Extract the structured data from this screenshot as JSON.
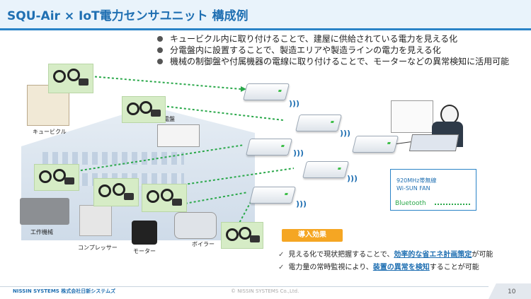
{
  "header": {
    "title": "SQU-Air × IoT電力センサユニット 構成例"
  },
  "bullets": [
    "キュービクル内に取り付けることで、建屋に供給されている電力を見える化",
    "分電盤内に設置することで、製造エリアや製造ラインの電力を見える化",
    "機械の制御盤や付属機器の電線に取り付けることで、モーターなどの異常検知に活用可能"
  ],
  "labels": {
    "cubicle": "キュービクル",
    "panel": "分電盤",
    "machine": "工作機械",
    "compressor": "コンプレッサー",
    "motor": "モーター",
    "boiler": "ボイラー"
  },
  "legend": {
    "line1": "920MHz帯無線",
    "line2": "Wi-SUN FAN",
    "bluetooth": "Bluetooth"
  },
  "effects": {
    "tag": "導入効果",
    "item1_pre": "見える化で現状把握することで、",
    "item1_hl": "効率的な省エネ計画策定",
    "item1_post": "が可能",
    "item2_pre": "電力量の常時監視により、",
    "item2_hl": "装置の異常を検知",
    "item2_post": "することが可能"
  },
  "footer": {
    "company": "NISSIN SYSTEMS 株式会社日新システムズ",
    "copyright": "© NISSIN SYSTEMS Co.,Ltd.",
    "page": "10"
  },
  "colors": {
    "accent": "#1f6fb2",
    "bluetooth": "#2aa84a",
    "effect_tag": "#f5a623"
  }
}
